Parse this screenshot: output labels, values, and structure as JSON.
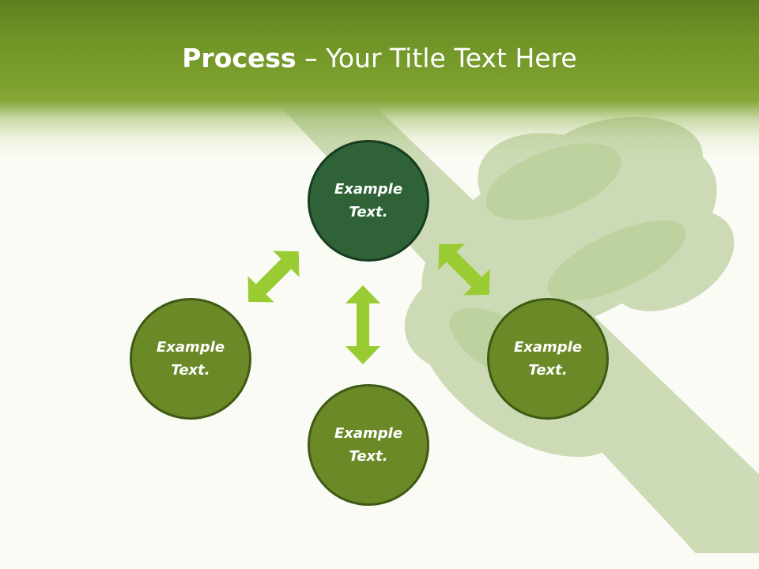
{
  "slide": {
    "title_strong": "Process",
    "title_rest": " – Your Title Text Here",
    "colors": {
      "header": "#6f9426",
      "center_node": "#2f6236",
      "outer_node": "#6b8a27",
      "arrow": "#99cc33"
    }
  },
  "nodes": [
    {
      "id": "top",
      "label": "Example\nText."
    },
    {
      "id": "left",
      "label": "Example\nText."
    },
    {
      "id": "bottom",
      "label": "Example\nText."
    },
    {
      "id": "right",
      "label": "Example\nText."
    }
  ],
  "arrows": [
    {
      "from": "top",
      "to": "left",
      "direction": "both"
    },
    {
      "from": "top",
      "to": "bottom",
      "direction": "both"
    },
    {
      "from": "top",
      "to": "right",
      "direction": "both"
    }
  ]
}
